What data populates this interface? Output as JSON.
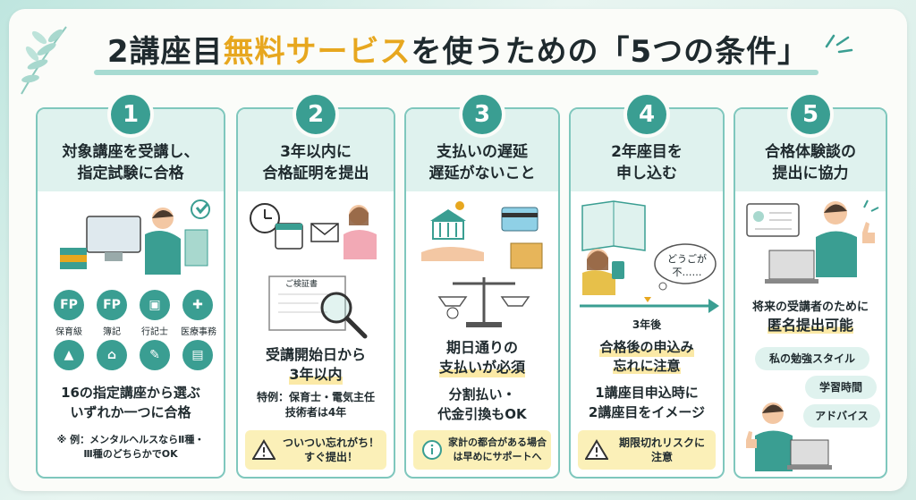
{
  "title": {
    "part1": "2講座目",
    "part2": "無料サービス",
    "part3": "を使うための「5つの条件」"
  },
  "colors": {
    "accent": "#3a9e92",
    "highlight": "#e7a71f",
    "warn_bg": "#fbf0b8",
    "card_head": "#dff2ee"
  },
  "cards": [
    {
      "num": "1",
      "head1": "対象講座を受講し、",
      "head2": "指定試験に合格",
      "icons": [
        {
          "glyph": "FP",
          "label": "保育級"
        },
        {
          "glyph": "FP",
          "label": "簿記"
        },
        {
          "glyph": "",
          "label": "行記士",
          "icon": "briefcase-icon"
        },
        {
          "glyph": "",
          "label": "医療事務",
          "icon": "stethoscope-icon"
        },
        {
          "glyph": "",
          "label": "",
          "icon": "chart-icon"
        },
        {
          "glyph": "",
          "label": "",
          "icon": "bank-icon"
        },
        {
          "glyph": "",
          "label": "",
          "icon": "certificate-icon"
        },
        {
          "glyph": "",
          "label": "",
          "icon": "briefcase-icon"
        }
      ],
      "body1": "16の指定講座から選ぶ",
      "body2": "いずれか一つに合格",
      "note1": "※ 例：メンタルヘルスならⅡ種・",
      "note2": "Ⅲ種のどちらかでOK"
    },
    {
      "num": "2",
      "head1": "3年以内に",
      "head2": "合格証明を提出",
      "cert_label": "ご検証書",
      "body1": "受講開始日から",
      "body2": "3年以内",
      "special1": "特例：保育士・電気主任",
      "special2": "技術者は4年",
      "warn1": "ついつい忘れがち！",
      "warn2": "すぐ提出！"
    },
    {
      "num": "3",
      "head1": "支払いの遅延",
      "head2": "遅延がないこと",
      "body1": "期日通りの",
      "body2": "支払いが必須",
      "body3": "分割払い・",
      "body4": "代金引換もOK",
      "warn1": "家計の都合がある場合",
      "warn2": "は早めにサポートへ"
    },
    {
      "num": "4",
      "head1": "2年座目を",
      "head2": "申し込む",
      "bubble1": "どうごが",
      "bubble2": "不……",
      "timeline": "3年後",
      "body1": "合格後の申込み",
      "body2": "忘れに注意",
      "body3": "1講座目申込時に",
      "body4": "2講座目をイメージ",
      "warn1": "期限切れリスクに",
      "warn2": "注意"
    },
    {
      "num": "5",
      "head1": "合格体験談の",
      "head2": "提出に協力",
      "body1": "将来の受講者のために",
      "body2": "匿名提出可能",
      "pills": [
        "私の勉強スタイル",
        "学習時間",
        "アドバイス"
      ]
    }
  ]
}
